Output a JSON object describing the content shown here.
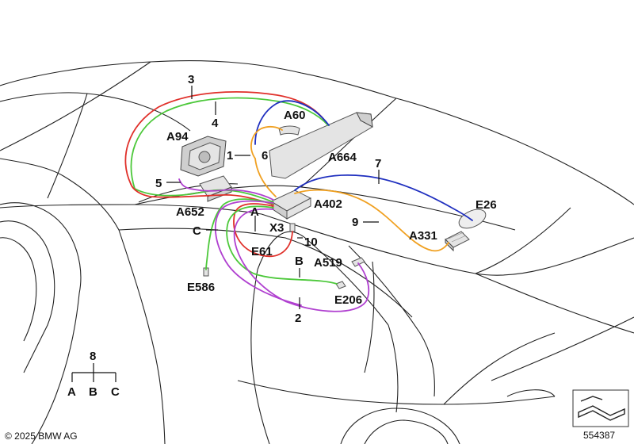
{
  "labels": {
    "n3": "3",
    "n4": "4",
    "a94": "A94",
    "a60": "A60",
    "n1": "1",
    "n6": "6",
    "a664": "A664",
    "n7": "7",
    "n5": "5",
    "a652": "A652",
    "a402": "A402",
    "e26": "E26",
    "a": "A",
    "x3": "X3",
    "n9": "9",
    "a331": "A331",
    "c": "C",
    "n10": "10",
    "e61": "E61",
    "b": "B",
    "a519": "A519",
    "e586": "E586",
    "e206": "E206",
    "n2": "2",
    "n8": "8",
    "key_a": "A",
    "key_b": "B",
    "key_c": "C"
  },
  "footer": {
    "copyright": "© 2025 BMW AG",
    "diagram_number": "554387"
  },
  "colors": {
    "red": "#e0302a",
    "green": "#4cc83a",
    "blue": "#1f2fbf",
    "orange": "#f0a020",
    "purple": "#b040d0"
  }
}
